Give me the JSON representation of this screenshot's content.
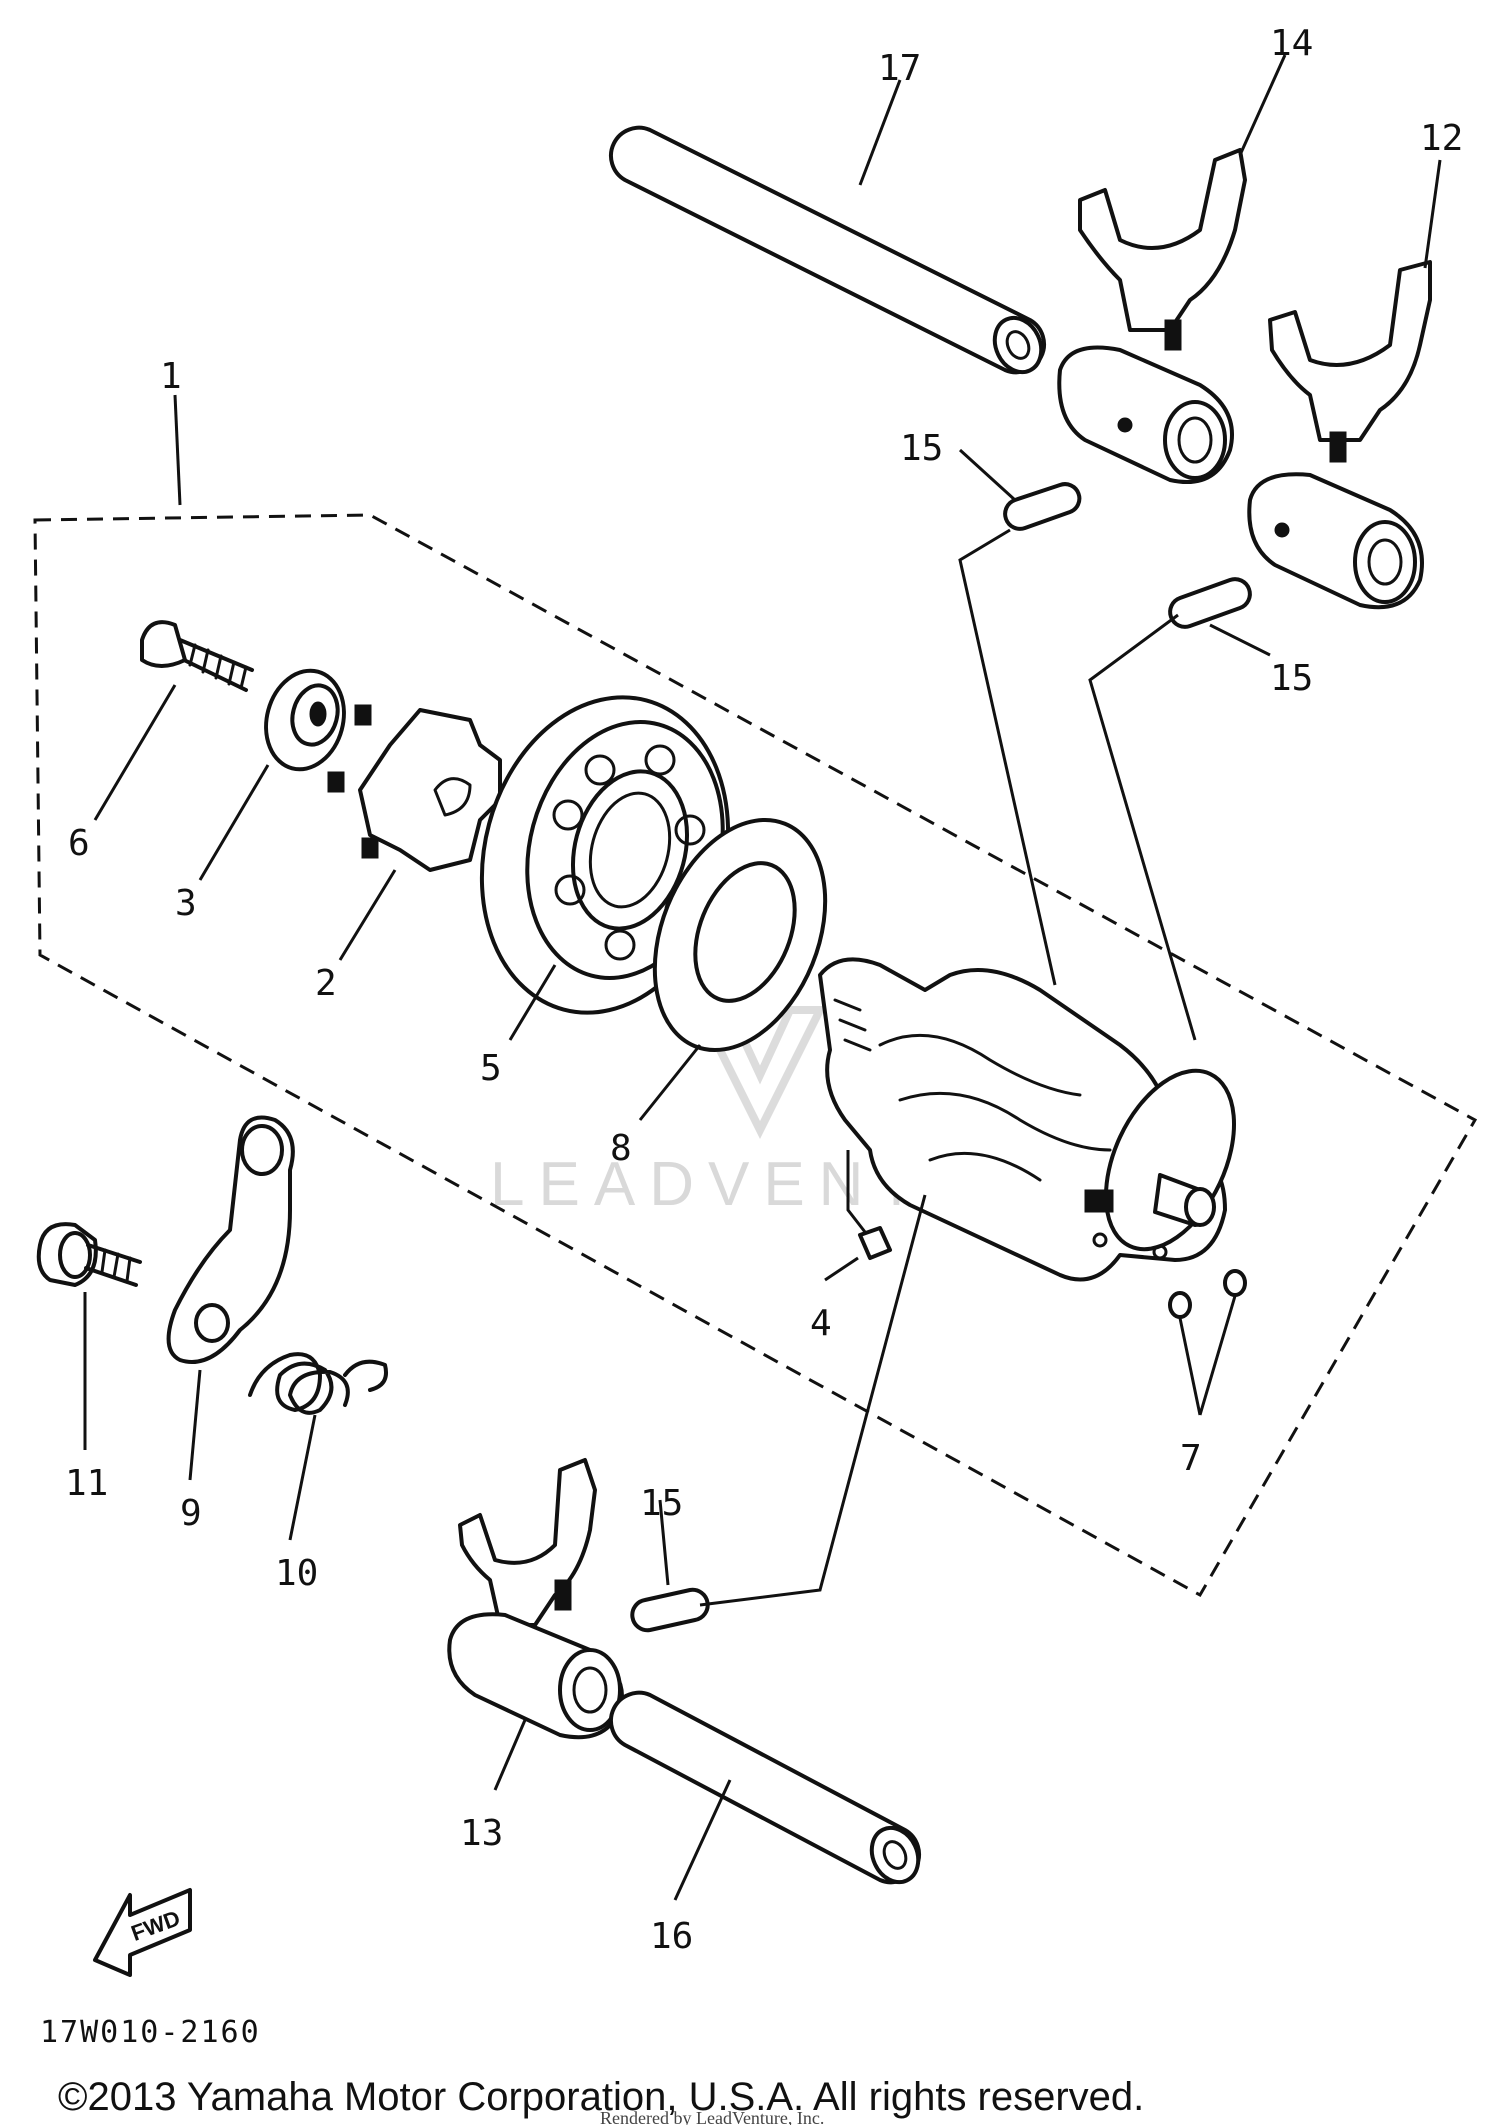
{
  "diagram": {
    "callouts": {
      "c1": "1",
      "c2": "2",
      "c3": "3",
      "c4": "4",
      "c5": "5",
      "c6": "6",
      "c7": "7",
      "c8": "8",
      "c9": "9",
      "c10": "10",
      "c11": "11",
      "c12": "12",
      "c13": "13",
      "c14": "14",
      "c15a": "15",
      "c15b": "15",
      "c15c": "15",
      "c16": "16",
      "c17": "17"
    },
    "part_code": "17W010-2160",
    "fwd_label": "FWD",
    "watermark": "LEADVENTURE"
  },
  "footer": {
    "copyright": "©2013 Yamaha Motor Corporation, U.S.A. All rights reserved.",
    "rendered_by": "Rendered by LeadVenture, Inc."
  }
}
